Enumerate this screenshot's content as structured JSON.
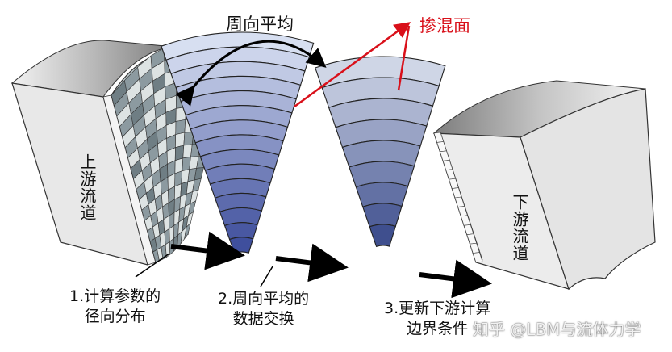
{
  "labels": {
    "circumferential_average": "周向平均",
    "mixing_plane": "掺混面",
    "upstream_passage": "上游流道",
    "downstream_passage": "下游流道"
  },
  "steps": [
    {
      "line1": "1.计算参数的",
      "line2": "径向分布"
    },
    {
      "line1": "2.周向平均的",
      "line2": "数据交换"
    },
    {
      "line1": "3.更新下游计算",
      "line2": "边界条件"
    }
  ],
  "watermark": "知乎 @LBM与流体力学",
  "colors": {
    "mixing_plane_arrow": "#d9101a",
    "block_face": "#e6e6e6",
    "grid_dark": "#8c9aa0",
    "grid_light": "#dde3e3",
    "band_dark": "#3a4a9a",
    "band_light": "#d9e1f2",
    "arrow": "#000000"
  },
  "fan1_bands": 15,
  "fan2_bands": 9
}
